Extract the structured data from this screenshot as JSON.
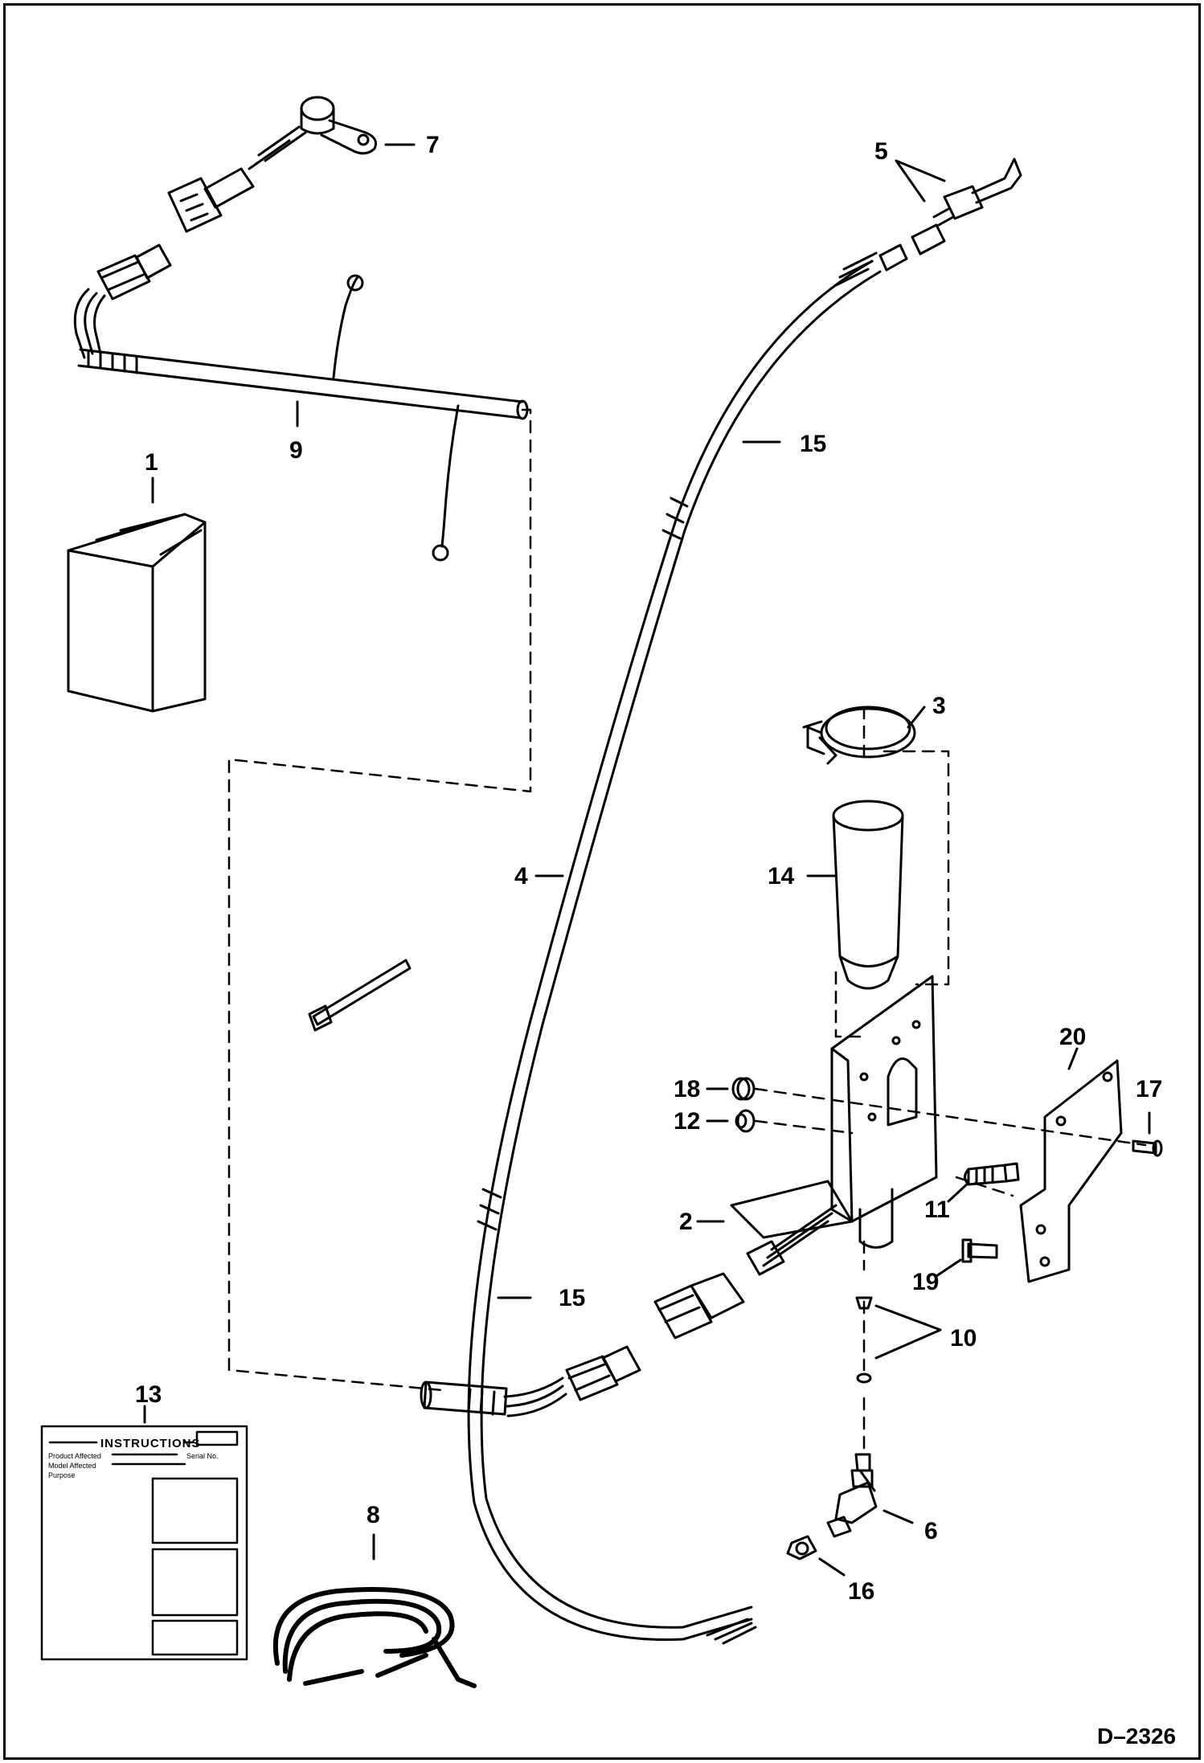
{
  "diagram": {
    "drawing_code": "D–2326",
    "callouts": {
      "c1": "1",
      "c2": "2",
      "c3": "3",
      "c4": "4",
      "c5": "5",
      "c6": "6",
      "c7": "7",
      "c8": "8",
      "c9": "9",
      "c10": "10",
      "c11": "11",
      "c12": "12",
      "c13": "13",
      "c14": "14",
      "c15a": "15",
      "c15b": "15",
      "c16": "16",
      "c17": "17",
      "c18": "18",
      "c19": "19",
      "c20": "20"
    },
    "instruction_card": {
      "title": "INSTRUCTIONS",
      "line1": "Product Affected",
      "line2": "Serial No.",
      "line3": "Model Affected",
      "line4": "Purpose"
    },
    "colors": {
      "ink": "#000000",
      "paper": "#ffffff"
    }
  }
}
